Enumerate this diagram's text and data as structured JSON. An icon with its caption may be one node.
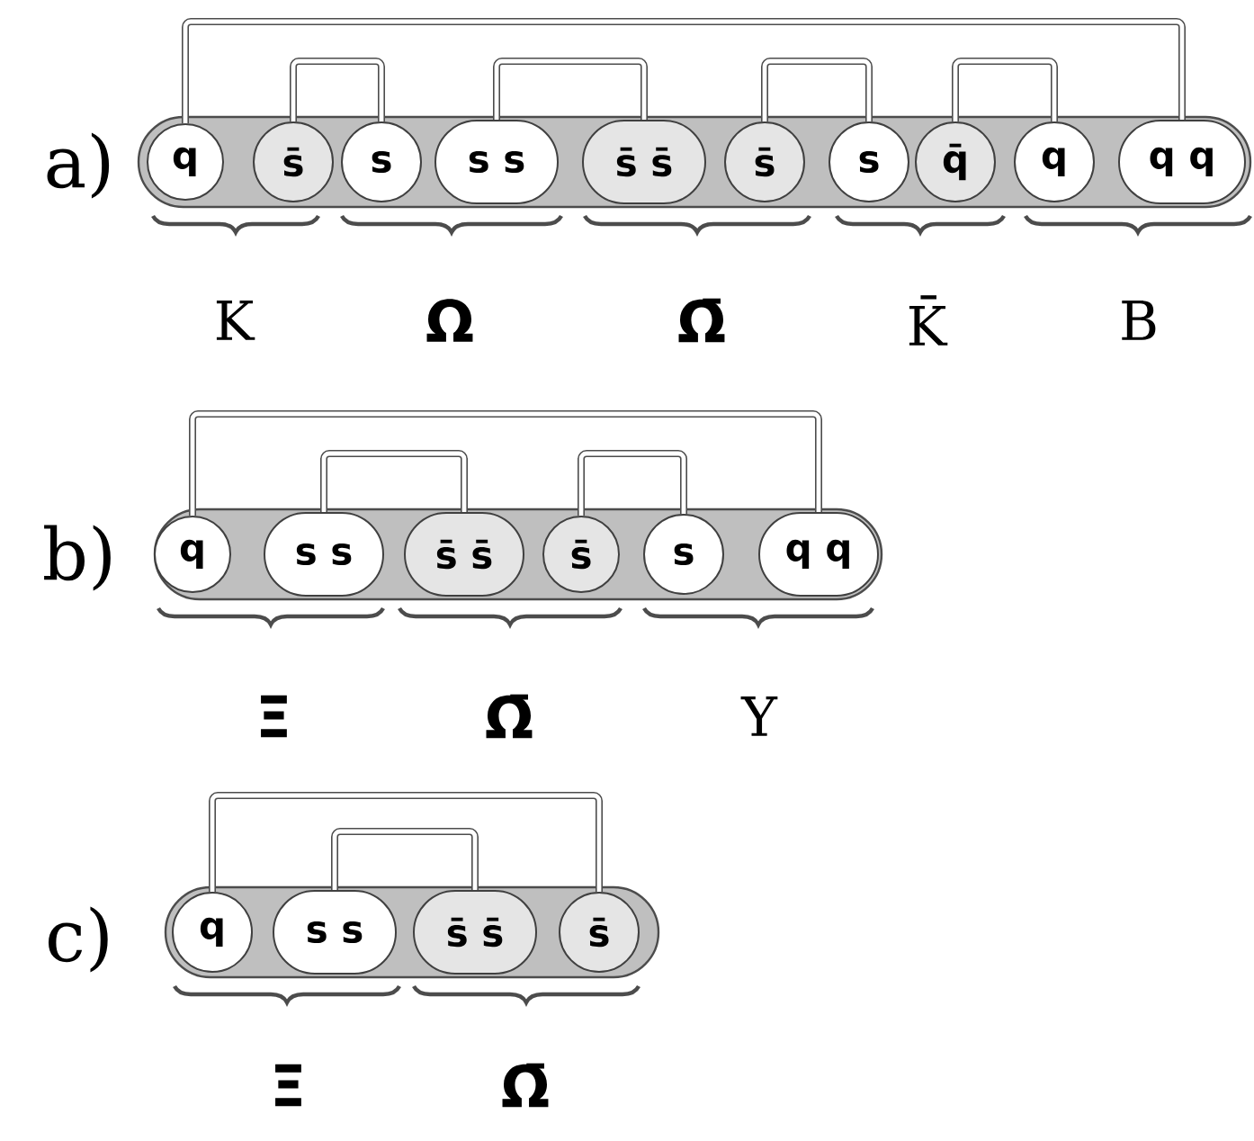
{
  "diagram": {
    "nodes": [
      {
        "text": [],
        "shape": "bar"
      },
      {
        "text": [
          "q"
        ],
        "in": 0
      },
      {
        "text": [
          "s̄"
        ],
        "in": 0
      },
      {
        "text": [
          "s"
        ],
        "in": 0
      },
      {
        "text": [
          "s s"
        ],
        "in": 0
      },
      {
        "text": [
          "s̄ s̄"
        ],
        "in": 0
      },
      {
        "text": [
          "s̄"
        ],
        "in": 0
      },
      {
        "text": [
          "s"
        ],
        "in": 0
      },
      {
        "text": [
          "q̄"
        ],
        "in": 0
      },
      {
        "text": [
          "q"
        ],
        "in": 0
      },
      {
        "text": [
          "q q"
        ],
        "in": 0
      },
      {
        "text": [],
        "shape": "bar"
      },
      {
        "text": [
          "q"
        ],
        "in": 11
      },
      {
        "text": [
          "s s"
        ],
        "in": 11
      },
      {
        "text": [
          "s̄ s̄"
        ],
        "in": 11
      },
      {
        "text": [
          "s̄"
        ],
        "in": 11
      },
      {
        "text": [
          "s"
        ],
        "in": 11
      },
      {
        "text": [
          "q q"
        ],
        "in": 11
      },
      {
        "text": [],
        "shape": "bar"
      },
      {
        "text": [
          "q"
        ],
        "in": 18
      },
      {
        "text": [
          "s s"
        ],
        "in": 18
      },
      {
        "text": [
          "s̄ s̄"
        ],
        "in": 18
      },
      {
        "text": [
          "s̄"
        ],
        "in": 18
      }
    ],
    "edges": [
      {
        "from": 1,
        "to": 10,
        "arrow": "none"
      },
      {
        "from": 2,
        "to": 3,
        "arrow": "none"
      },
      {
        "from": 4,
        "to": 5,
        "arrow": "none"
      },
      {
        "from": 6,
        "to": 7,
        "arrow": "none"
      },
      {
        "from": 8,
        "to": 9,
        "arrow": "none"
      },
      {
        "from": 12,
        "to": 17,
        "arrow": "none"
      },
      {
        "from": 13,
        "to": 14,
        "arrow": "none"
      },
      {
        "from": 15,
        "to": 16,
        "arrow": "none"
      },
      {
        "from": 19,
        "to": 22,
        "arrow": "none"
      },
      {
        "from": 20,
        "to": 21,
        "arrow": "none"
      }
    ],
    "labels": [
      "a)",
      "K",
      "Ω",
      "Ω̄",
      "K̄",
      "B",
      "b)",
      "Ξ",
      "Ω̄",
      "Y",
      "c)",
      "Ξ",
      "Ω̄"
    ]
  }
}
